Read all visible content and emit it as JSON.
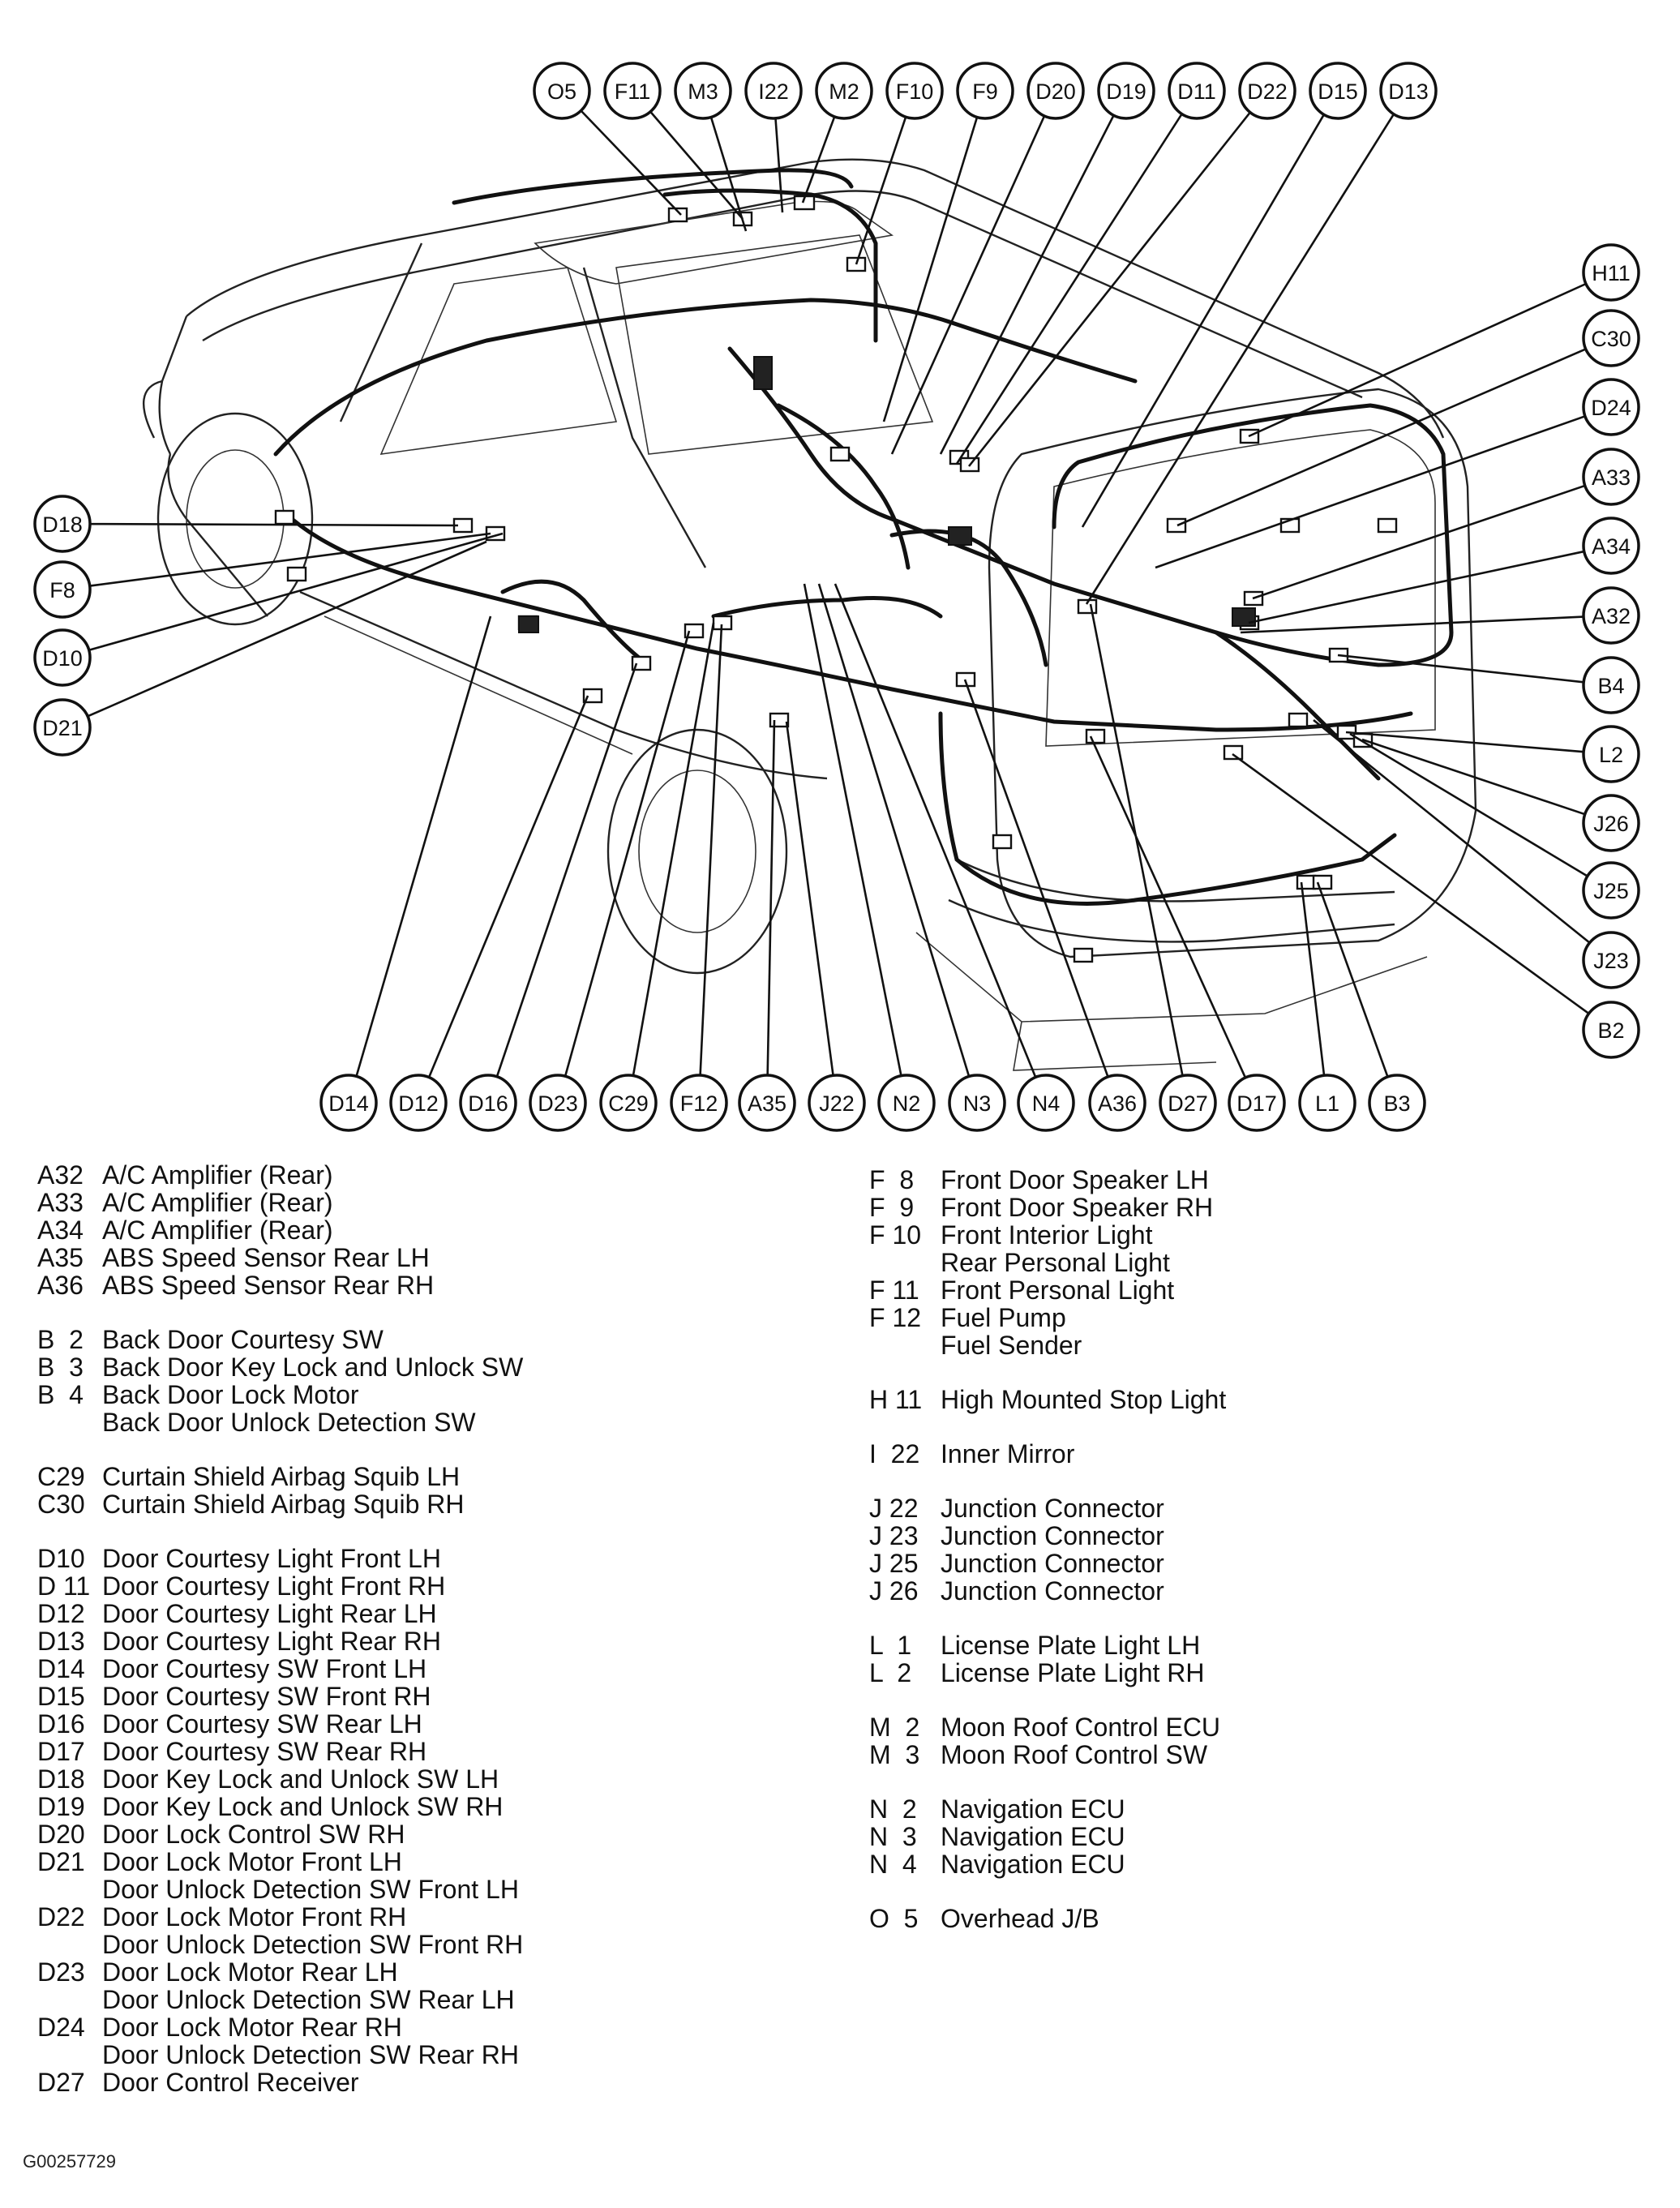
{
  "callouts": {
    "top": [
      "O5",
      "F11",
      "M3",
      "I22",
      "M2",
      "F10",
      "F9",
      "D20",
      "D19",
      "D11",
      "D22",
      "D15",
      "D13"
    ],
    "right": [
      "H11",
      "C30",
      "D24",
      "A33",
      "A34",
      "A32",
      "B4",
      "L2",
      "J26",
      "J25",
      "J23",
      "B2"
    ],
    "left": [
      "D18",
      "F8",
      "D10",
      "D21"
    ],
    "bottom": [
      "D14",
      "D12",
      "D16",
      "D23",
      "C29",
      "F12",
      "A35",
      "J22",
      "N2",
      "N3",
      "N4",
      "A36",
      "D27",
      "D17",
      "L1",
      "B3"
    ]
  },
  "legend_left": [
    [
      {
        "code": "A32",
        "lines": [
          "A/C Amplifier (Rear)"
        ]
      },
      {
        "code": "A33",
        "lines": [
          "A/C Amplifier (Rear)"
        ]
      },
      {
        "code": "A34",
        "lines": [
          "A/C Amplifier (Rear)"
        ]
      },
      {
        "code": "A35",
        "lines": [
          "ABS Speed Sensor Rear LH"
        ]
      },
      {
        "code": "A36",
        "lines": [
          "ABS Speed Sensor Rear RH"
        ]
      }
    ],
    [
      {
        "code": "B  2",
        "lines": [
          "Back Door Courtesy SW"
        ]
      },
      {
        "code": "B  3",
        "lines": [
          "Back Door Key Lock and Unlock SW"
        ]
      },
      {
        "code": "B  4",
        "lines": [
          "Back Door Lock Motor",
          "Back Door Unlock Detection SW"
        ]
      }
    ],
    [
      {
        "code": "C29",
        "lines": [
          "Curtain Shield Airbag Squib LH"
        ]
      },
      {
        "code": "C30",
        "lines": [
          "Curtain Shield Airbag Squib RH"
        ]
      }
    ],
    [
      {
        "code": "D10",
        "lines": [
          "Door Courtesy Light Front LH"
        ]
      },
      {
        "code": "D 11",
        "lines": [
          "Door Courtesy Light Front RH"
        ]
      },
      {
        "code": "D12",
        "lines": [
          "Door Courtesy Light Rear LH"
        ]
      },
      {
        "code": "D13",
        "lines": [
          "Door Courtesy Light Rear RH"
        ]
      },
      {
        "code": "D14",
        "lines": [
          "Door Courtesy SW Front LH"
        ]
      },
      {
        "code": "D15",
        "lines": [
          "Door Courtesy SW Front RH"
        ]
      },
      {
        "code": "D16",
        "lines": [
          "Door Courtesy SW Rear LH"
        ]
      },
      {
        "code": "D17",
        "lines": [
          "Door Courtesy SW Rear RH"
        ]
      },
      {
        "code": "D18",
        "lines": [
          "Door Key Lock and Unlock SW LH"
        ]
      },
      {
        "code": "D19",
        "lines": [
          "Door Key Lock and Unlock SW RH"
        ]
      },
      {
        "code": "D20",
        "lines": [
          "Door Lock Control SW RH"
        ]
      },
      {
        "code": "D21",
        "lines": [
          "Door Lock Motor Front LH",
          "Door Unlock Detection SW Front LH"
        ]
      },
      {
        "code": "D22",
        "lines": [
          "Door Lock Motor Front RH",
          "Door Unlock Detection SW Front RH"
        ]
      },
      {
        "code": "D23",
        "lines": [
          "Door Lock Motor Rear LH",
          "Door Unlock Detection SW Rear LH"
        ]
      },
      {
        "code": "D24",
        "lines": [
          "Door Lock Motor Rear RH",
          "Door Unlock Detection SW Rear RH"
        ]
      },
      {
        "code": "D27",
        "lines": [
          "Door Control Receiver"
        ]
      }
    ]
  ],
  "legend_right": [
    [
      {
        "code": "F  8",
        "lines": [
          "Front Door Speaker LH"
        ]
      },
      {
        "code": "F  9",
        "lines": [
          "Front Door Speaker RH"
        ]
      },
      {
        "code": "F 10",
        "lines": [
          "Front Interior Light",
          "Rear Personal Light"
        ]
      },
      {
        "code": "F 11",
        "lines": [
          "Front Personal Light"
        ]
      },
      {
        "code": "F 12",
        "lines": [
          "Fuel Pump",
          "Fuel Sender"
        ]
      }
    ],
    [
      {
        "code": "H 11",
        "lines": [
          "High Mounted Stop Light"
        ]
      }
    ],
    [
      {
        "code": "I  22",
        "lines": [
          "Inner Mirror"
        ]
      }
    ],
    [
      {
        "code": "J 22",
        "lines": [
          "Junction Connector"
        ]
      },
      {
        "code": "J 23",
        "lines": [
          "Junction Connector"
        ]
      },
      {
        "code": "J 25",
        "lines": [
          "Junction Connector"
        ]
      },
      {
        "code": "J 26",
        "lines": [
          "Junction Connector"
        ]
      }
    ],
    [
      {
        "code": "L  1",
        "lines": [
          "License Plate Light LH"
        ]
      },
      {
        "code": "L  2",
        "lines": [
          "License Plate Light RH"
        ]
      }
    ],
    [
      {
        "code": "M  2",
        "lines": [
          "Moon Roof Control ECU"
        ]
      },
      {
        "code": "M  3",
        "lines": [
          "Moon Roof Control SW"
        ]
      }
    ],
    [
      {
        "code": "N  2",
        "lines": [
          "Navigation ECU"
        ]
      },
      {
        "code": "N  3",
        "lines": [
          "Navigation ECU"
        ]
      },
      {
        "code": "N  4",
        "lines": [
          "Navigation ECU"
        ]
      }
    ],
    [
      {
        "code": "O  5",
        "lines": [
          "Overhead J/B"
        ]
      }
    ]
  ],
  "figure_id": "G00257729"
}
